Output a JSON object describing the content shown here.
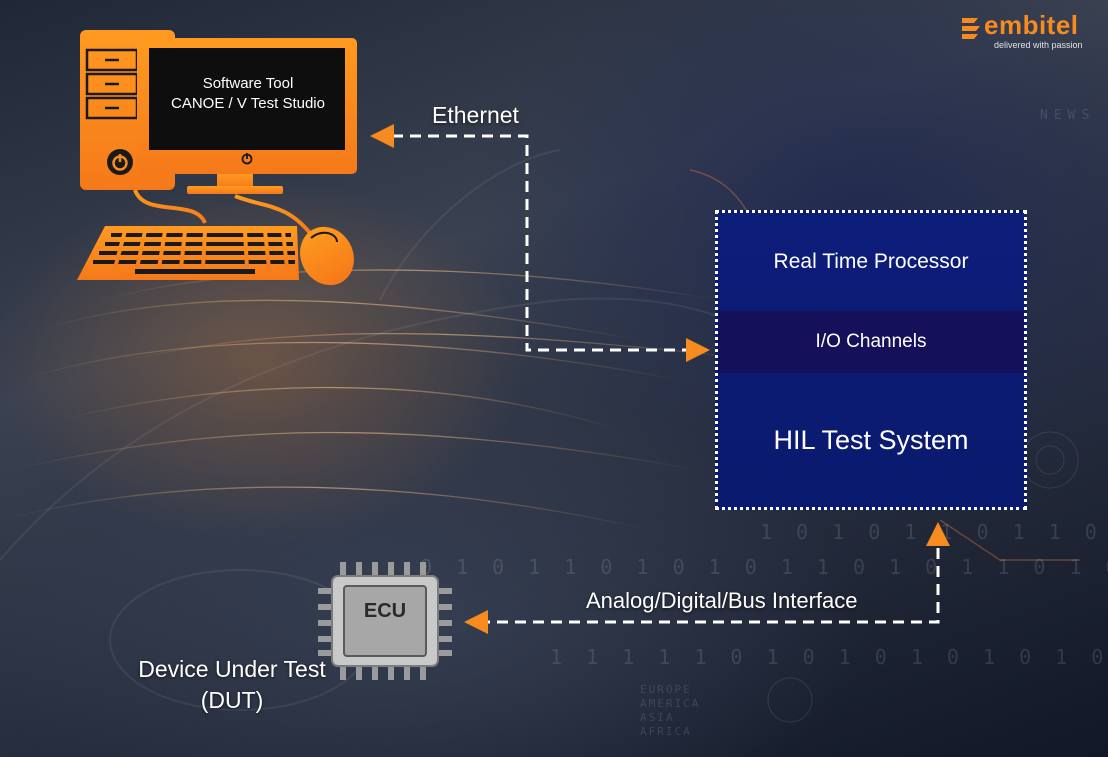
{
  "logo": {
    "name": "embitel",
    "tagline": "delivered with passion"
  },
  "computer": {
    "line1": "Software Tool",
    "line2": "CANOE / V Test Studio"
  },
  "links": {
    "ethernet": "Ethernet",
    "interface": "Analog/Digital/Bus Interface"
  },
  "hil": {
    "processor": "Real Time Processor",
    "io": "I/O Channels",
    "system": "HIL Test System"
  },
  "ecu": {
    "chip_label": "ECU",
    "caption_line1": "Device Under Test",
    "caption_line2": "(DUT)"
  },
  "background_text": {
    "binary_row1": "0 1 0 1 1 0 1 0 1 0 1 1 0 1 0 1 1 0 1 0 0 1",
    "binary_row2": "1 1 1 1 1 0 1 0 1 0 1 0 1 0 1 0 1 1 0 1 0 1 0",
    "binary_row3": "1 0 1 0 1 1 0 1 1 0 1",
    "news": "NEWS",
    "europe": "EUROPE",
    "america": "AMERICA",
    "asia": "ASIA",
    "africa": "AFRICA"
  },
  "colors": {
    "accent": "#f68b1f",
    "hil_blue": "#0d1d7a",
    "io_band": "#15105a"
  },
  "icons": [
    "computer-tower-icon",
    "monitor-icon",
    "keyboard-icon",
    "mouse-icon",
    "power-icon",
    "ecu-chip-icon",
    "arrow-icon"
  ]
}
